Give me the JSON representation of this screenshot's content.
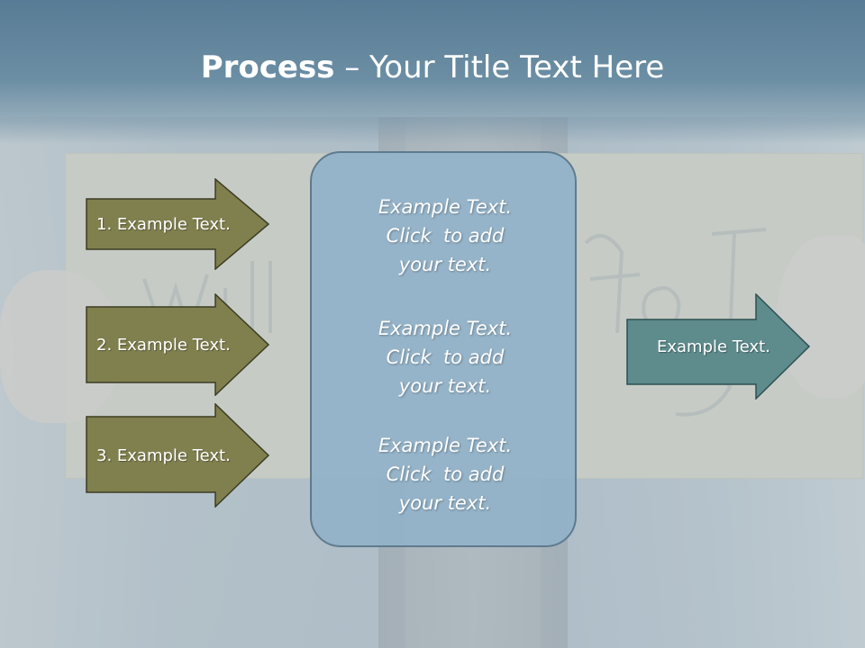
{
  "slide": {
    "title_bold": "Process",
    "title_rest": " – Your Title Text Here"
  },
  "left_arrows": [
    {
      "label": "1. Example Text."
    },
    {
      "label": "2. Example Text."
    },
    {
      "label": "3. Example Text."
    }
  ],
  "center_box": {
    "paragraphs": [
      {
        "lines": [
          "Example Text.",
          "Click  to add",
          "your text."
        ]
      },
      {
        "lines": [
          "Example Text.",
          "Click  to add",
          "your text."
        ]
      },
      {
        "lines": [
          "Example Text.",
          "Click  to add",
          "your text."
        ]
      }
    ]
  },
  "right_arrow": {
    "label": "Example Text."
  },
  "colors": {
    "left_arrow_fill": "#80804f",
    "right_arrow_fill": "#5e8b8c",
    "center_box_fill": "#91b2c9",
    "title_band": "#5f839b"
  }
}
